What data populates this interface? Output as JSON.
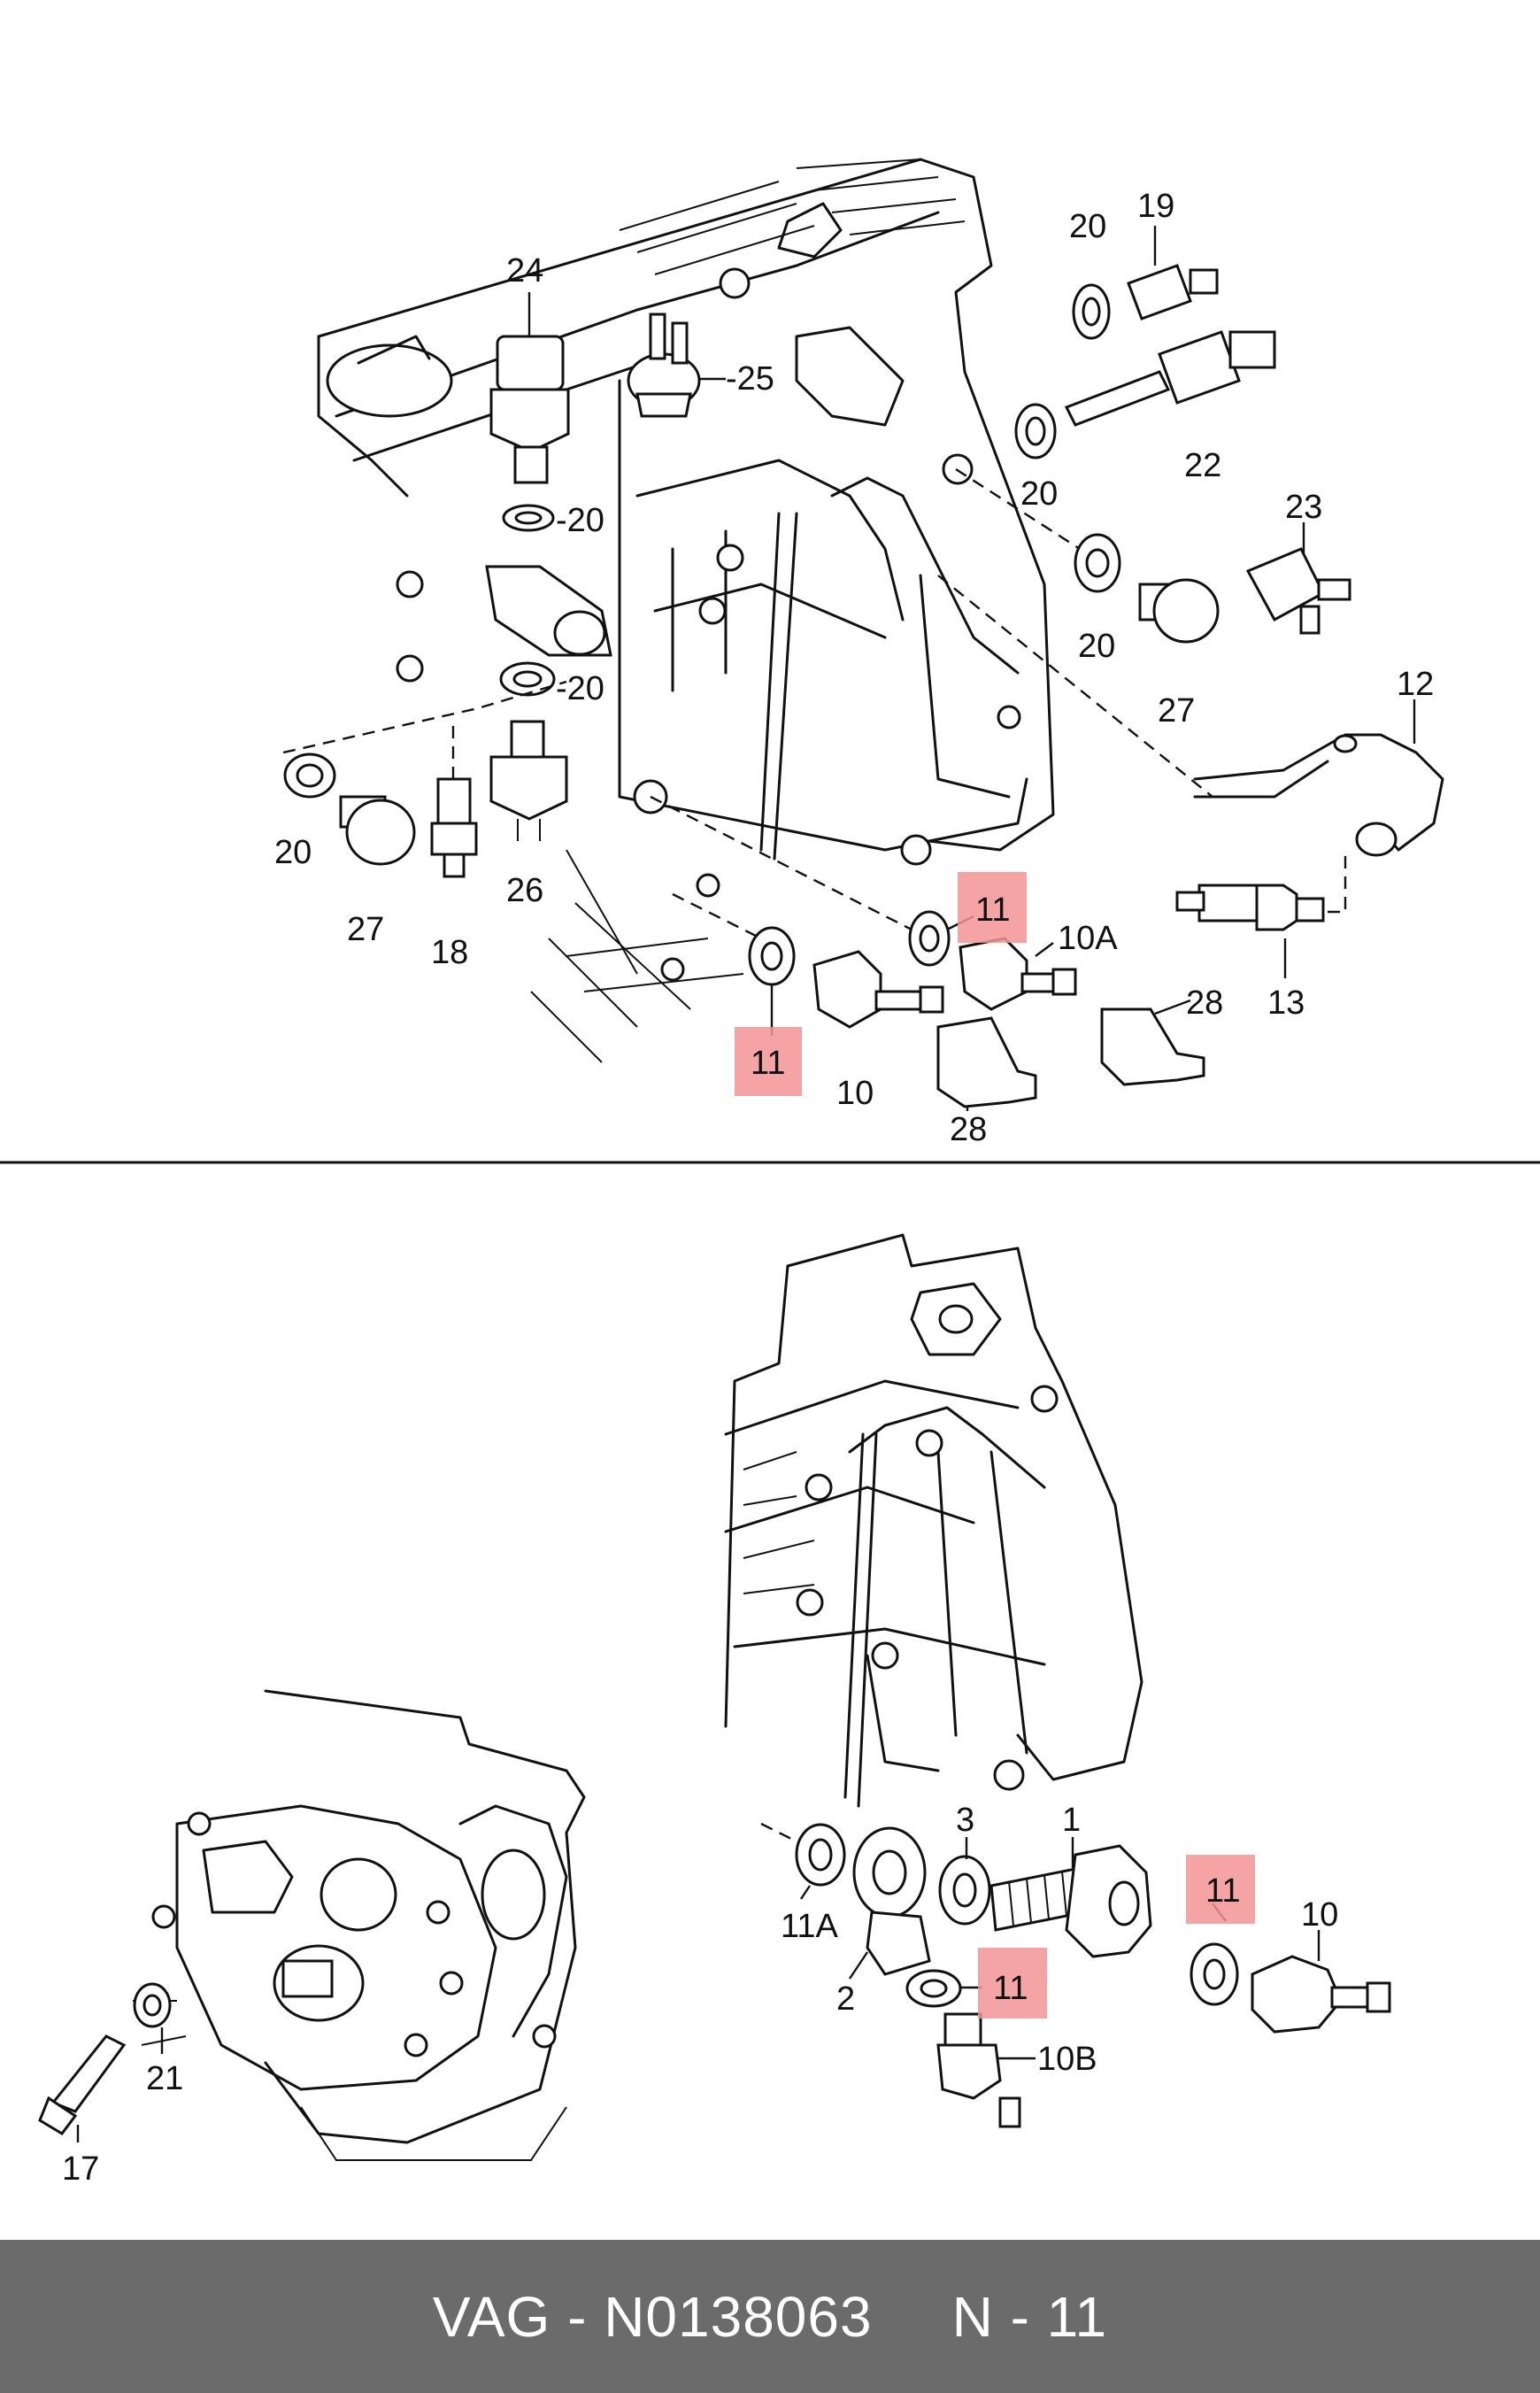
{
  "labels": {
    "l24": "24",
    "l25": "-25",
    "l20a": "-20",
    "l20b": "-20",
    "l20c": "20",
    "l27a": "27",
    "l18": "18",
    "l26": "26",
    "l19": "19",
    "l20d": "20",
    "l22": "22",
    "l20e": "20",
    "l23": "23",
    "l20f": "20",
    "l27b": "27",
    "l12": "12",
    "l13": "13",
    "l11a": "11",
    "l11b": "11",
    "l10a": "10A",
    "l10": "10",
    "l28a": "28",
    "l28b": "28",
    "l1": "1",
    "l3": "3",
    "l2": "2",
    "l11A": "11A",
    "l11c": "11",
    "l11d": "11",
    "l10c": "10",
    "l10B": "10B",
    "l21": "21",
    "l17": "17"
  },
  "footer": {
    "brand": "VAG",
    "sep": " - ",
    "part_number": "N0138063",
    "position": "N - 11"
  },
  "colors": {
    "highlight": "#f29494",
    "footer_bg": "#6b6b6b",
    "footer_text": "#ffffff"
  }
}
